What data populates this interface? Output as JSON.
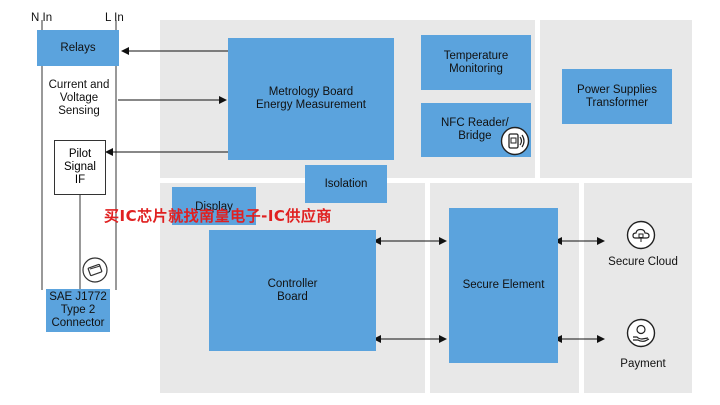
{
  "terminals": {
    "n_in": "N In",
    "l_in": "L In"
  },
  "left": {
    "relays": "Relays",
    "current_voltage": "Current and\nVoltage\nSensing",
    "pilot": "Pilot\nSignal\nIF",
    "connector": "SAE J1772\nType 2\nConnector"
  },
  "blocks": {
    "metrology": "Metrology Board\nEnergy Measurement",
    "temperature": "Temperature\nMonitoring",
    "nfc": "NFC Reader/\nBridge",
    "power": "Power Supplies\nTransformer",
    "isolation": "Isolation",
    "display": "Display",
    "controller": "Controller\nBoard",
    "secure_element": "Secure Element"
  },
  "right": {
    "cloud": "Secure Cloud",
    "payment": "Payment"
  },
  "icons": [
    "cloud-icon",
    "payment-icon",
    "nfc-card-icon",
    "card-icon"
  ],
  "watermark": "买IC芯片就找南皇电子-IC供应商",
  "colors": {
    "block": "#5ba3dd",
    "panel": "#e8e8e8",
    "watermark": "#e02020"
  }
}
